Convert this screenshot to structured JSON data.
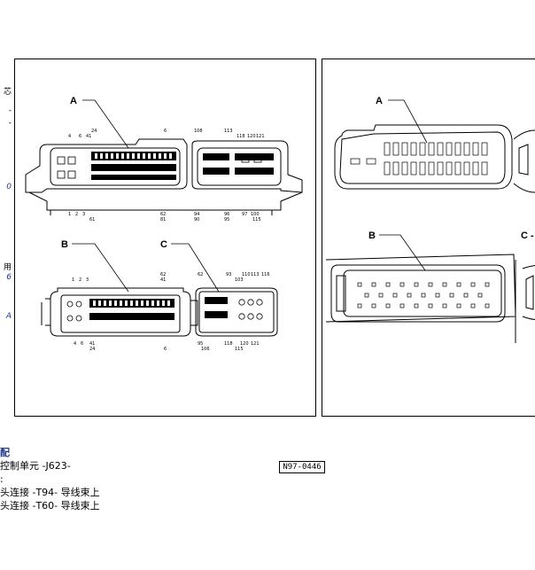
{
  "left_margin_fragments": {
    "items": [
      "芯",
      "-",
      "-",
      "0",
      "用",
      "6",
      "A"
    ]
  },
  "left_figure": {
    "label_a": "A",
    "label_b": "B",
    "label_c": "C",
    "pins_a_top": [
      "4",
      "6",
      "41",
      "24",
      "6",
      "108",
      "113",
      "118",
      "120",
      "121"
    ],
    "pins_a_bottom": [
      "1",
      "2",
      "3",
      "61",
      "62",
      "81",
      "90",
      "94",
      "95",
      "96",
      "97",
      "100",
      "115"
    ],
    "pins_b_top": [
      "1",
      "2",
      "3",
      "62",
      "41"
    ],
    "pins_b_bottom": [
      "4",
      "6",
      "24",
      "41",
      "6"
    ],
    "pins_c_top": [
      "62",
      "93",
      "103",
      "110",
      "113",
      "116"
    ],
    "pins_c_bottom": [
      "95",
      "106",
      "118",
      "120",
      "121",
      "115"
    ],
    "figure_number": "N97-0446"
  },
  "right_figure": {
    "label_a": "A",
    "label_b": "B",
    "label_c": "C -"
  },
  "caption": {
    "heading": "配",
    "line1": "控制单元 -J623-",
    "line2": ":",
    "line3": "头连接 -T94- 导线束上",
    "line4": "头连接 -T60- 导线束上"
  }
}
